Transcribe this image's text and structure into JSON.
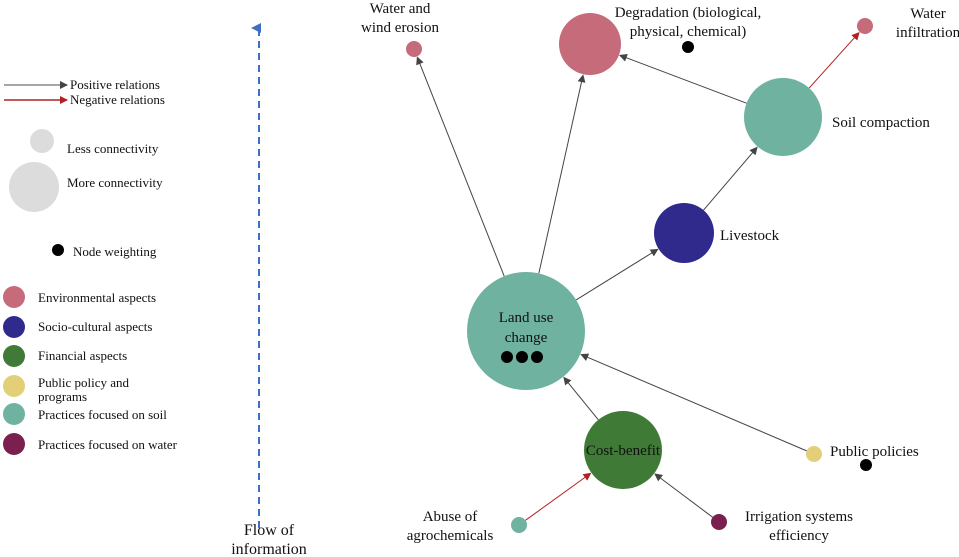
{
  "legend": {
    "positive_label": "Positive relations",
    "negative_label": "Negative relations",
    "less_connectivity": "Less connectivity",
    "more_connectivity": "More connectivity",
    "node_weighting": "Node weighting",
    "categories": [
      {
        "label": "Environmental aspects",
        "color": "#c56b7a"
      },
      {
        "label": "Socio-cultural aspects",
        "color": "#2f2a8c"
      },
      {
        "label": "Financial aspects",
        "color": "#3f7a36"
      },
      {
        "label": "Public policy and programs",
        "color": "#e3cf78"
      },
      {
        "label": "Practices focused on soil",
        "color": "#6fb2a0"
      },
      {
        "label": "Practices focused on water",
        "color": "#7a1f4e"
      }
    ]
  },
  "flow_label": "Flow of information",
  "colors": {
    "positive_arrow": "#555555",
    "negative_arrow": "#b22020",
    "flow_arrow": "#3d6fc2",
    "connectivity_gray": "#dcdcdc",
    "weight_dot": "#000000"
  },
  "nodes": [
    {
      "id": "land_use_change",
      "label": "Land use change",
      "category": "Practices focused on soil",
      "weight_dots": 3
    },
    {
      "id": "livestock",
      "label": "Livestock",
      "category": "Socio-cultural aspects",
      "weight_dots": 0
    },
    {
      "id": "soil_compaction",
      "label": "Soil compaction",
      "category": "Practices focused on soil",
      "weight_dots": 0
    },
    {
      "id": "degradation",
      "label": "Degradation (biological, physical, chemical)",
      "category": "Environmental aspects",
      "weight_dots": 1
    },
    {
      "id": "water_infiltration",
      "label": "Water infiltration",
      "category": "Environmental aspects",
      "weight_dots": 0
    },
    {
      "id": "water_wind_erosion",
      "label": "Water and wind erosion",
      "category": "Environmental aspects",
      "weight_dots": 0
    },
    {
      "id": "cost_benefit",
      "label": "Cost-benefit",
      "category": "Financial aspects",
      "weight_dots": 0
    },
    {
      "id": "public_policies",
      "label": "Public policies",
      "category": "Public policy and programs",
      "weight_dots": 1
    },
    {
      "id": "abuse_agrochemicals",
      "label": "Abuse of agrochemicals",
      "category": "Practices focused on soil",
      "weight_dots": 0
    },
    {
      "id": "irrigation_efficiency",
      "label": "Irrigation systems efficiency",
      "category": "Practices focused on water",
      "weight_dots": 0
    }
  ],
  "edges": [
    {
      "from": "land_use_change",
      "to": "water_wind_erosion",
      "type": "positive"
    },
    {
      "from": "land_use_change",
      "to": "degradation",
      "type": "positive"
    },
    {
      "from": "land_use_change",
      "to": "livestock",
      "type": "positive"
    },
    {
      "from": "livestock",
      "to": "soil_compaction",
      "type": "positive"
    },
    {
      "from": "soil_compaction",
      "to": "degradation",
      "type": "positive"
    },
    {
      "from": "soil_compaction",
      "to": "water_infiltration",
      "type": "negative"
    },
    {
      "from": "cost_benefit",
      "to": "land_use_change",
      "type": "positive"
    },
    {
      "from": "public_policies",
      "to": "land_use_change",
      "type": "positive"
    },
    {
      "from": "abuse_agrochemicals",
      "to": "cost_benefit",
      "type": "negative"
    },
    {
      "from": "irrigation_efficiency",
      "to": "cost_benefit",
      "type": "positive"
    }
  ]
}
